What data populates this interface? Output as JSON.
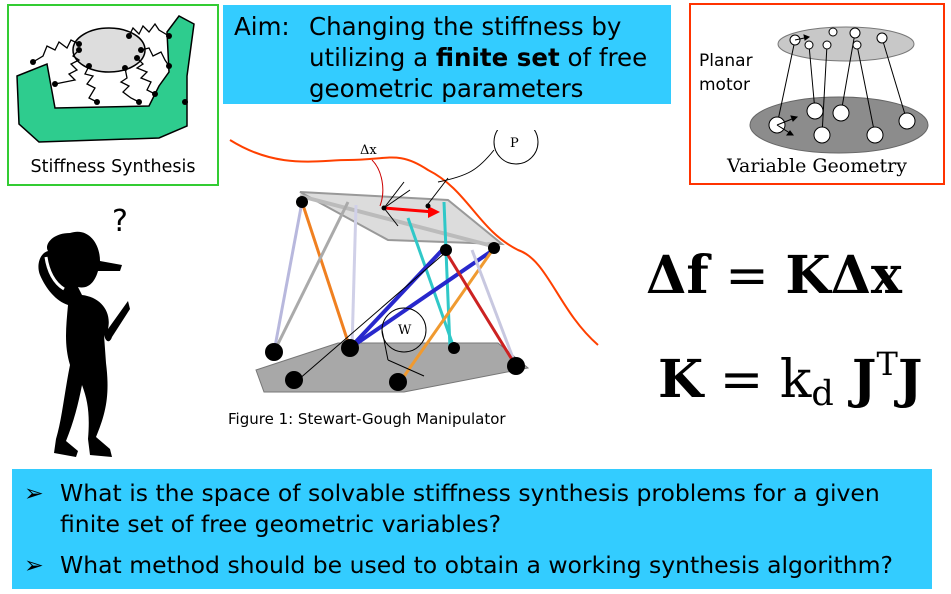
{
  "aim": {
    "label": "Aim:",
    "line1": "Changing the stiffness by",
    "line2_pre": "utilizing a ",
    "line2_bold": "finite set",
    "line2_post": " of free",
    "line3": "geometric parameters"
  },
  "synthesis": {
    "caption": "Stiffness Synthesis"
  },
  "variable_geometry": {
    "caption": "Variable Geometry",
    "planar_line1": "Planar",
    "planar_line2": "motor"
  },
  "figure": {
    "caption": "Figure 1: Stewart-Gough Manipulator",
    "delta_x_label": "Δx",
    "p_label": "P",
    "w_label": "W"
  },
  "thinker": {
    "mark": "?"
  },
  "equations": {
    "eq1_delta_f": "Δf",
    "eq1_equals": " = ",
    "eq1_k": "K",
    "eq1_delta_x": "Δx",
    "eq2_k": "K",
    "eq2_equals": " = k",
    "eq2_sub": "d",
    "eq2_j1": " J",
    "eq2_sup": "T",
    "eq2_j2": "J"
  },
  "questions": {
    "bullet": "➢",
    "items": [
      "What is the space of solvable stiffness synthesis problems for a given finite set of free geometric variables?",
      "What method should be used to obtain a working synthesis algorithm?"
    ]
  },
  "colors": {
    "aim_bg": "#33ccff",
    "synthesis_border": "#33cc33",
    "vargeo_border": "#ff3300",
    "grip_fill": "#2ecc8e"
  }
}
